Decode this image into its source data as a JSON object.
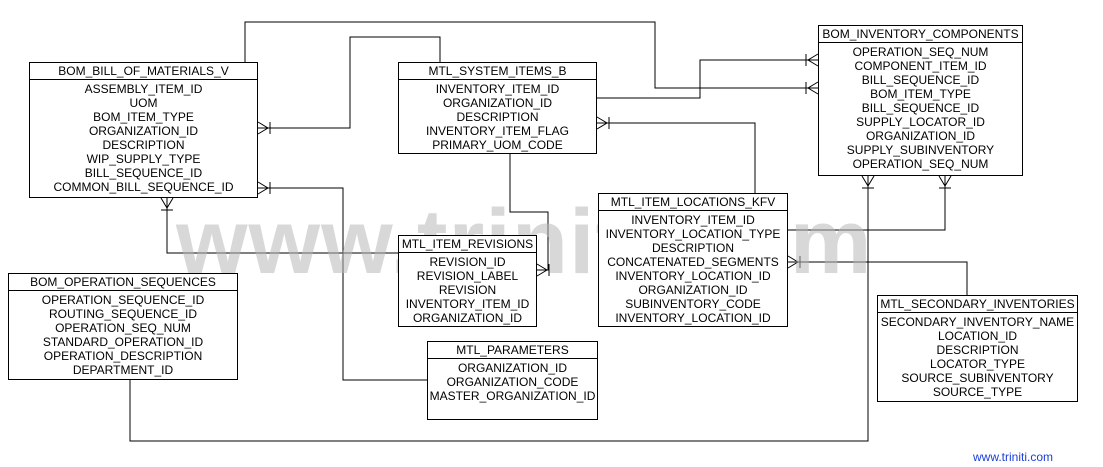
{
  "watermark": "www.triniti.com",
  "footer": {
    "link": "www.triniti.com"
  },
  "colors": {
    "line": "#000000",
    "watermark": "#b9b9b9",
    "link": "#1a3fd8"
  },
  "entities": {
    "bom_bill_of_materials_v": {
      "title": "BOM_BILL_OF_MATERIALS_V",
      "fields": [
        "ASSEMBLY_ITEM_ID",
        "UOM",
        "BOM_ITEM_TYPE",
        "ORGANIZATION_ID",
        "DESCRIPTION",
        "WIP_SUPPLY_TYPE",
        "BILL_SEQUENCE_ID",
        "COMMON_BILL_SEQUENCE_ID"
      ]
    },
    "mtl_system_items_b": {
      "title": "MTL_SYSTEM_ITEMS_B",
      "fields": [
        "INVENTORY_ITEM_ID",
        "ORGANIZATION_ID",
        "DESCRIPTION",
        "INVENTORY_ITEM_FLAG",
        "PRIMARY_UOM_CODE"
      ]
    },
    "bom_inventory_components": {
      "title": "BOM_INVENTORY_COMPONENTS",
      "fields": [
        "OPERATION_SEQ_NUM",
        "COMPONENT_ITEM_ID",
        "BILL_SEQUENCE_ID",
        "BOM_ITEM_TYPE",
        "BILL_SEQUENCE_ID",
        "SUPPLY_LOCATOR_ID",
        "ORGANIZATION_ID",
        "SUPPLY_SUBINVENTORY",
        "OPERATION_SEQ_NUM"
      ]
    },
    "mtl_item_locations_kfv": {
      "title": "MTL_ITEM_LOCATIONS_KFV",
      "fields": [
        "INVENTORY_ITEM_ID",
        "INVENTORY_LOCATION_TYPE",
        "DESCRIPTION",
        "CONCATENATED_SEGMENTS",
        "INVENTORY_LOCATION_ID",
        "ORGANIZATION_ID",
        "SUBINVENTORY_CODE",
        "INVENTORY_LOCATION_ID"
      ]
    },
    "mtl_item_revisions": {
      "title": "MTL_ITEM_REVISIONS",
      "fields": [
        "REVISION_ID",
        "REVISION_LABEL",
        "REVISION",
        "INVENTORY_ITEM_ID",
        "ORGANIZATION_ID"
      ]
    },
    "bom_operation_sequences": {
      "title": "BOM_OPERATION_SEQUENCES",
      "fields": [
        "OPERATION_SEQUENCE_ID",
        "ROUTING_SEQUENCE_ID",
        "OPERATION_SEQ_NUM",
        "STANDARD_OPERATION_ID",
        "OPERATION_DESCRIPTION",
        "DEPARTMENT_ID"
      ]
    },
    "mtl_parameters": {
      "title": "MTL_PARAMETERS",
      "fields": [
        "ORGANIZATION_ID",
        "ORGANIZATION_CODE",
        "MASTER_ORGANIZATION_ID"
      ]
    },
    "mtl_secondary_inventories": {
      "title": "MTL_SECONDARY_INVENTORIES",
      "fields": [
        "SECONDARY_INVENTORY_NAME",
        "LOCATION_ID",
        "DESCRIPTION",
        "LOCATOR_TYPE",
        "SOURCE_SUBINVENTORY",
        "SOURCE_TYPE"
      ]
    }
  }
}
